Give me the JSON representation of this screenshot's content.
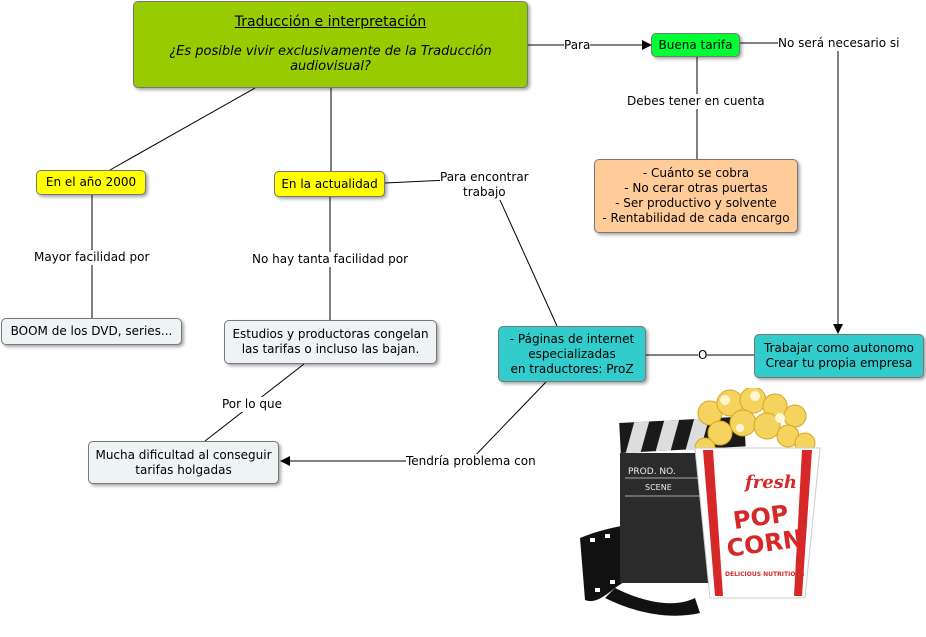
{
  "nodes": {
    "main_title": "Traducción e interpretación",
    "main_question": "¿Es posible vivir exclusivamente de la Traducción audiovisual?",
    "buena_tarifa": "Buena tarifa",
    "en_2000": "En el año 2000",
    "actualidad": "En la actualidad",
    "boom": "BOOM de los DVD, series...",
    "estudios": "Estudios y productoras congelan\nlas tarifas o incluso las bajan.",
    "mucha_dificultad": "Mucha dificultad al conseguir\ntarifas holgadas",
    "paginas": "- Páginas de internet\nespecializadas\nen traductores: ProZ",
    "autonomo": "Trabajar como autonomo\nCrear tu propia empresa",
    "cuanto": "- Cuánto se cobra\n- No cerar otras puertas\n- Ser productivo y solvente\n- Rentabilidad de cada encargo"
  },
  "links": {
    "para": "Para",
    "no_sera": "No será necesario si",
    "debes": "Debes tener en cuenta",
    "mayor": "Mayor facilidad por",
    "no_hay": "No hay tanta facilidad por",
    "para_encontrar": "Para encontrar\ntrabajo",
    "por_lo_que": "Por lo que",
    "o": "O",
    "tendria": "Tendría problema con"
  },
  "image": {
    "clapper_line1": "PROD. NO.",
    "clapper_line2": "SCENE",
    "box_fresh": "fresh",
    "box_pop": "POP",
    "box_corn": "CORN",
    "box_tagline": "DELICIOUS NUTRITIOUS"
  },
  "colors": {
    "main": "#99CC00",
    "buena": "#00FF33",
    "yellow": "#FFFF00",
    "pale": "#EEF3F6",
    "teal": "#33CCCC",
    "peach": "#FFCC99"
  }
}
